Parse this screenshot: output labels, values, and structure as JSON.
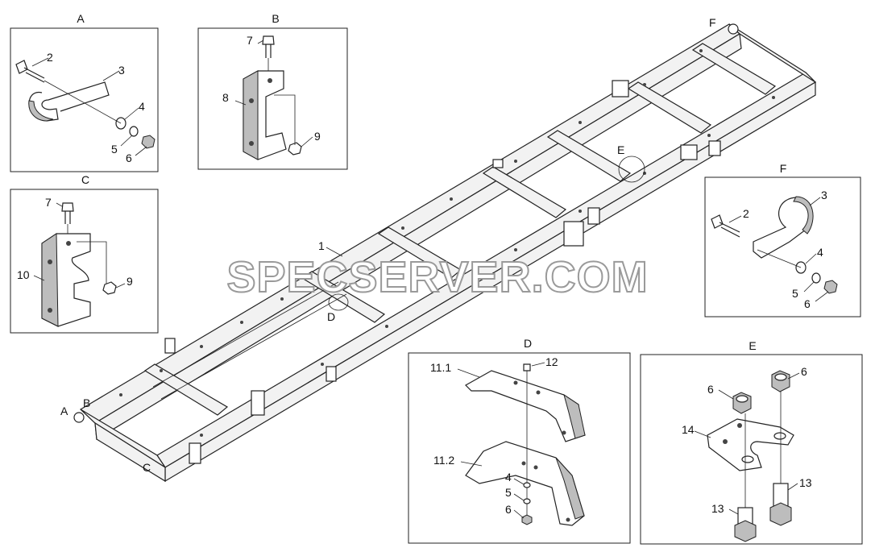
{
  "views": {
    "A": {
      "title": "A",
      "labels": [
        "2",
        "3",
        "4",
        "5",
        "6"
      ]
    },
    "B": {
      "title": "B",
      "labels": [
        "7",
        "8",
        "9"
      ]
    },
    "C": {
      "title": "C",
      "labels": [
        "7",
        "10",
        "9"
      ]
    },
    "D": {
      "title": "D",
      "labels": [
        "11.1",
        "12",
        "11.2",
        "4",
        "5",
        "6"
      ]
    },
    "E": {
      "title": "E",
      "labels": [
        "6",
        "6",
        "14",
        "13",
        "13"
      ]
    },
    "F": {
      "title": "F",
      "labels": [
        "2",
        "3",
        "4",
        "5",
        "6"
      ]
    }
  },
  "frame_callouts": {
    "part_1": "1",
    "A": "A",
    "B": "B",
    "C": "C",
    "D": "D",
    "E": "E",
    "F": "F"
  },
  "watermark": "SPECSERVER.COM"
}
